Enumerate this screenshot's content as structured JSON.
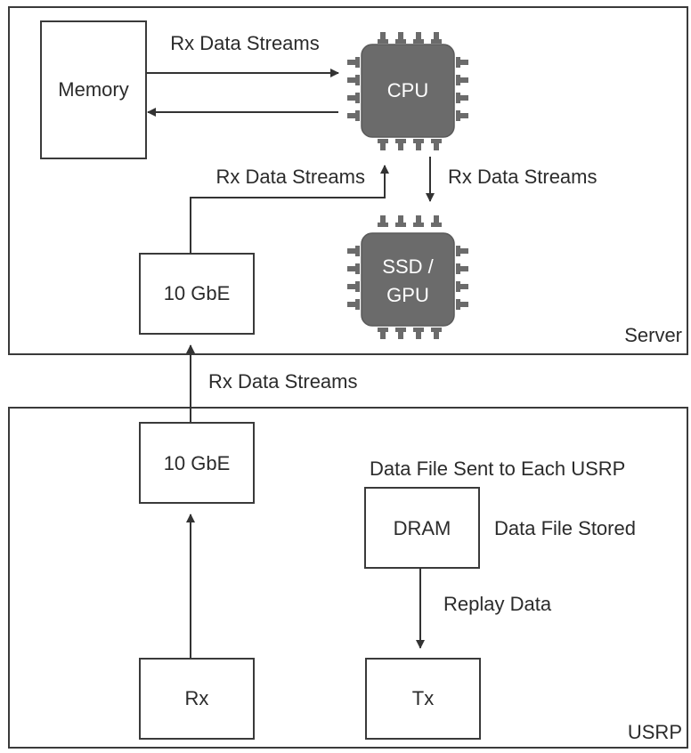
{
  "regions": {
    "server_label": "Server",
    "usrp_label": "USRP"
  },
  "nodes": {
    "memory": "Memory",
    "cpu": "CPU",
    "ssd_gpu_line1": "SSD /",
    "ssd_gpu_line2": "GPU",
    "server_nic": "10 GbE",
    "usrp_nic": "10 GbE",
    "dram": "DRAM",
    "rx": "Rx",
    "tx": "Tx"
  },
  "labels": {
    "memory_to_cpu": "Rx Data Streams",
    "nic_to_cpu": "Rx Data Streams",
    "cpu_to_ssd": "Rx Data Streams",
    "usrp_to_server": "Rx Data Streams",
    "data_file_sent": "Data File Sent to Each USRP",
    "data_file_stored": "Data File Stored",
    "replay_data": "Replay Data"
  },
  "colors": {
    "chip_fill": "#6b6b6b",
    "stroke": "#3a3a3a"
  }
}
